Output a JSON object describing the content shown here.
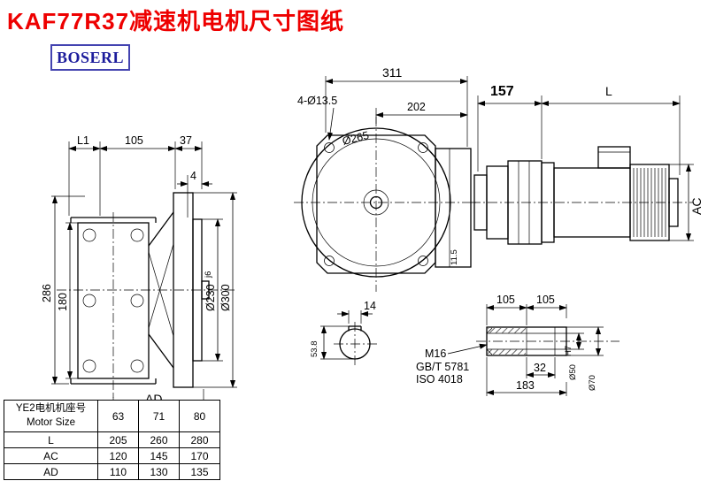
{
  "page": {
    "title": "KAF77R37减速机电机尺寸图纸",
    "logo": "BOSERL"
  },
  "drawing": {
    "front": {
      "overall_width": "311",
      "mount_holes": "4-Ø13.5",
      "center_to_face": "202",
      "flange_dia": "Ø265",
      "adapter_len": "157",
      "motor_len": "L",
      "motor_dia": "AC",
      "foot_offset": "11.5"
    },
    "side": {
      "l1": "L1",
      "d105": "105",
      "d37": "37",
      "d4": "4",
      "h286": "286",
      "h180": "180",
      "spigot": "Ø230",
      "spigot_tol": "j6",
      "flange_od": "Ø300",
      "ad": "AD"
    },
    "key_section": {
      "width": "14",
      "height": "53.8"
    },
    "shaft": {
      "seg1": "105",
      "seg2": "105",
      "thread": "M16",
      "std_gb": "GB/T 5781",
      "std_iso": "ISO 4018",
      "depth": "32",
      "length": "183",
      "bore": "Ø50",
      "bore_tol": "H7",
      "od": "Ø70"
    }
  },
  "table": {
    "header_cn": "YE2电机机座号",
    "header_en": "Motor Size",
    "sizes": [
      "63",
      "71",
      "80"
    ],
    "rows": [
      {
        "label": "L",
        "values": [
          "205",
          "260",
          "280"
        ]
      },
      {
        "label": "AC",
        "values": [
          "120",
          "145",
          "170"
        ]
      },
      {
        "label": "AD",
        "values": [
          "110",
          "130",
          "135"
        ]
      }
    ]
  }
}
